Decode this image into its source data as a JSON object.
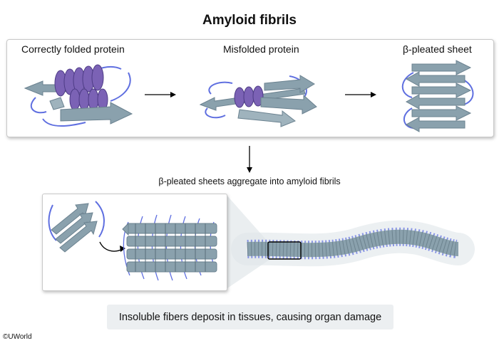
{
  "title": "Amyloid fibrils",
  "stages": {
    "correct": "Correctly folded protein",
    "misfolded": "Misfolded protein",
    "sheet": "β-pleated sheet"
  },
  "aggregate_label": "β-pleated sheets aggregate into amyloid fibrils",
  "caption": "Insoluble fibers deposit in tissues, causing organ damage",
  "copyright": "©UWorld",
  "colors": {
    "strand": "#8aa1ad",
    "strand_dark": "#6b8290",
    "helix": "#7b62b5",
    "loop": "#5f6fe0",
    "caption_bg": "#eceff1"
  }
}
